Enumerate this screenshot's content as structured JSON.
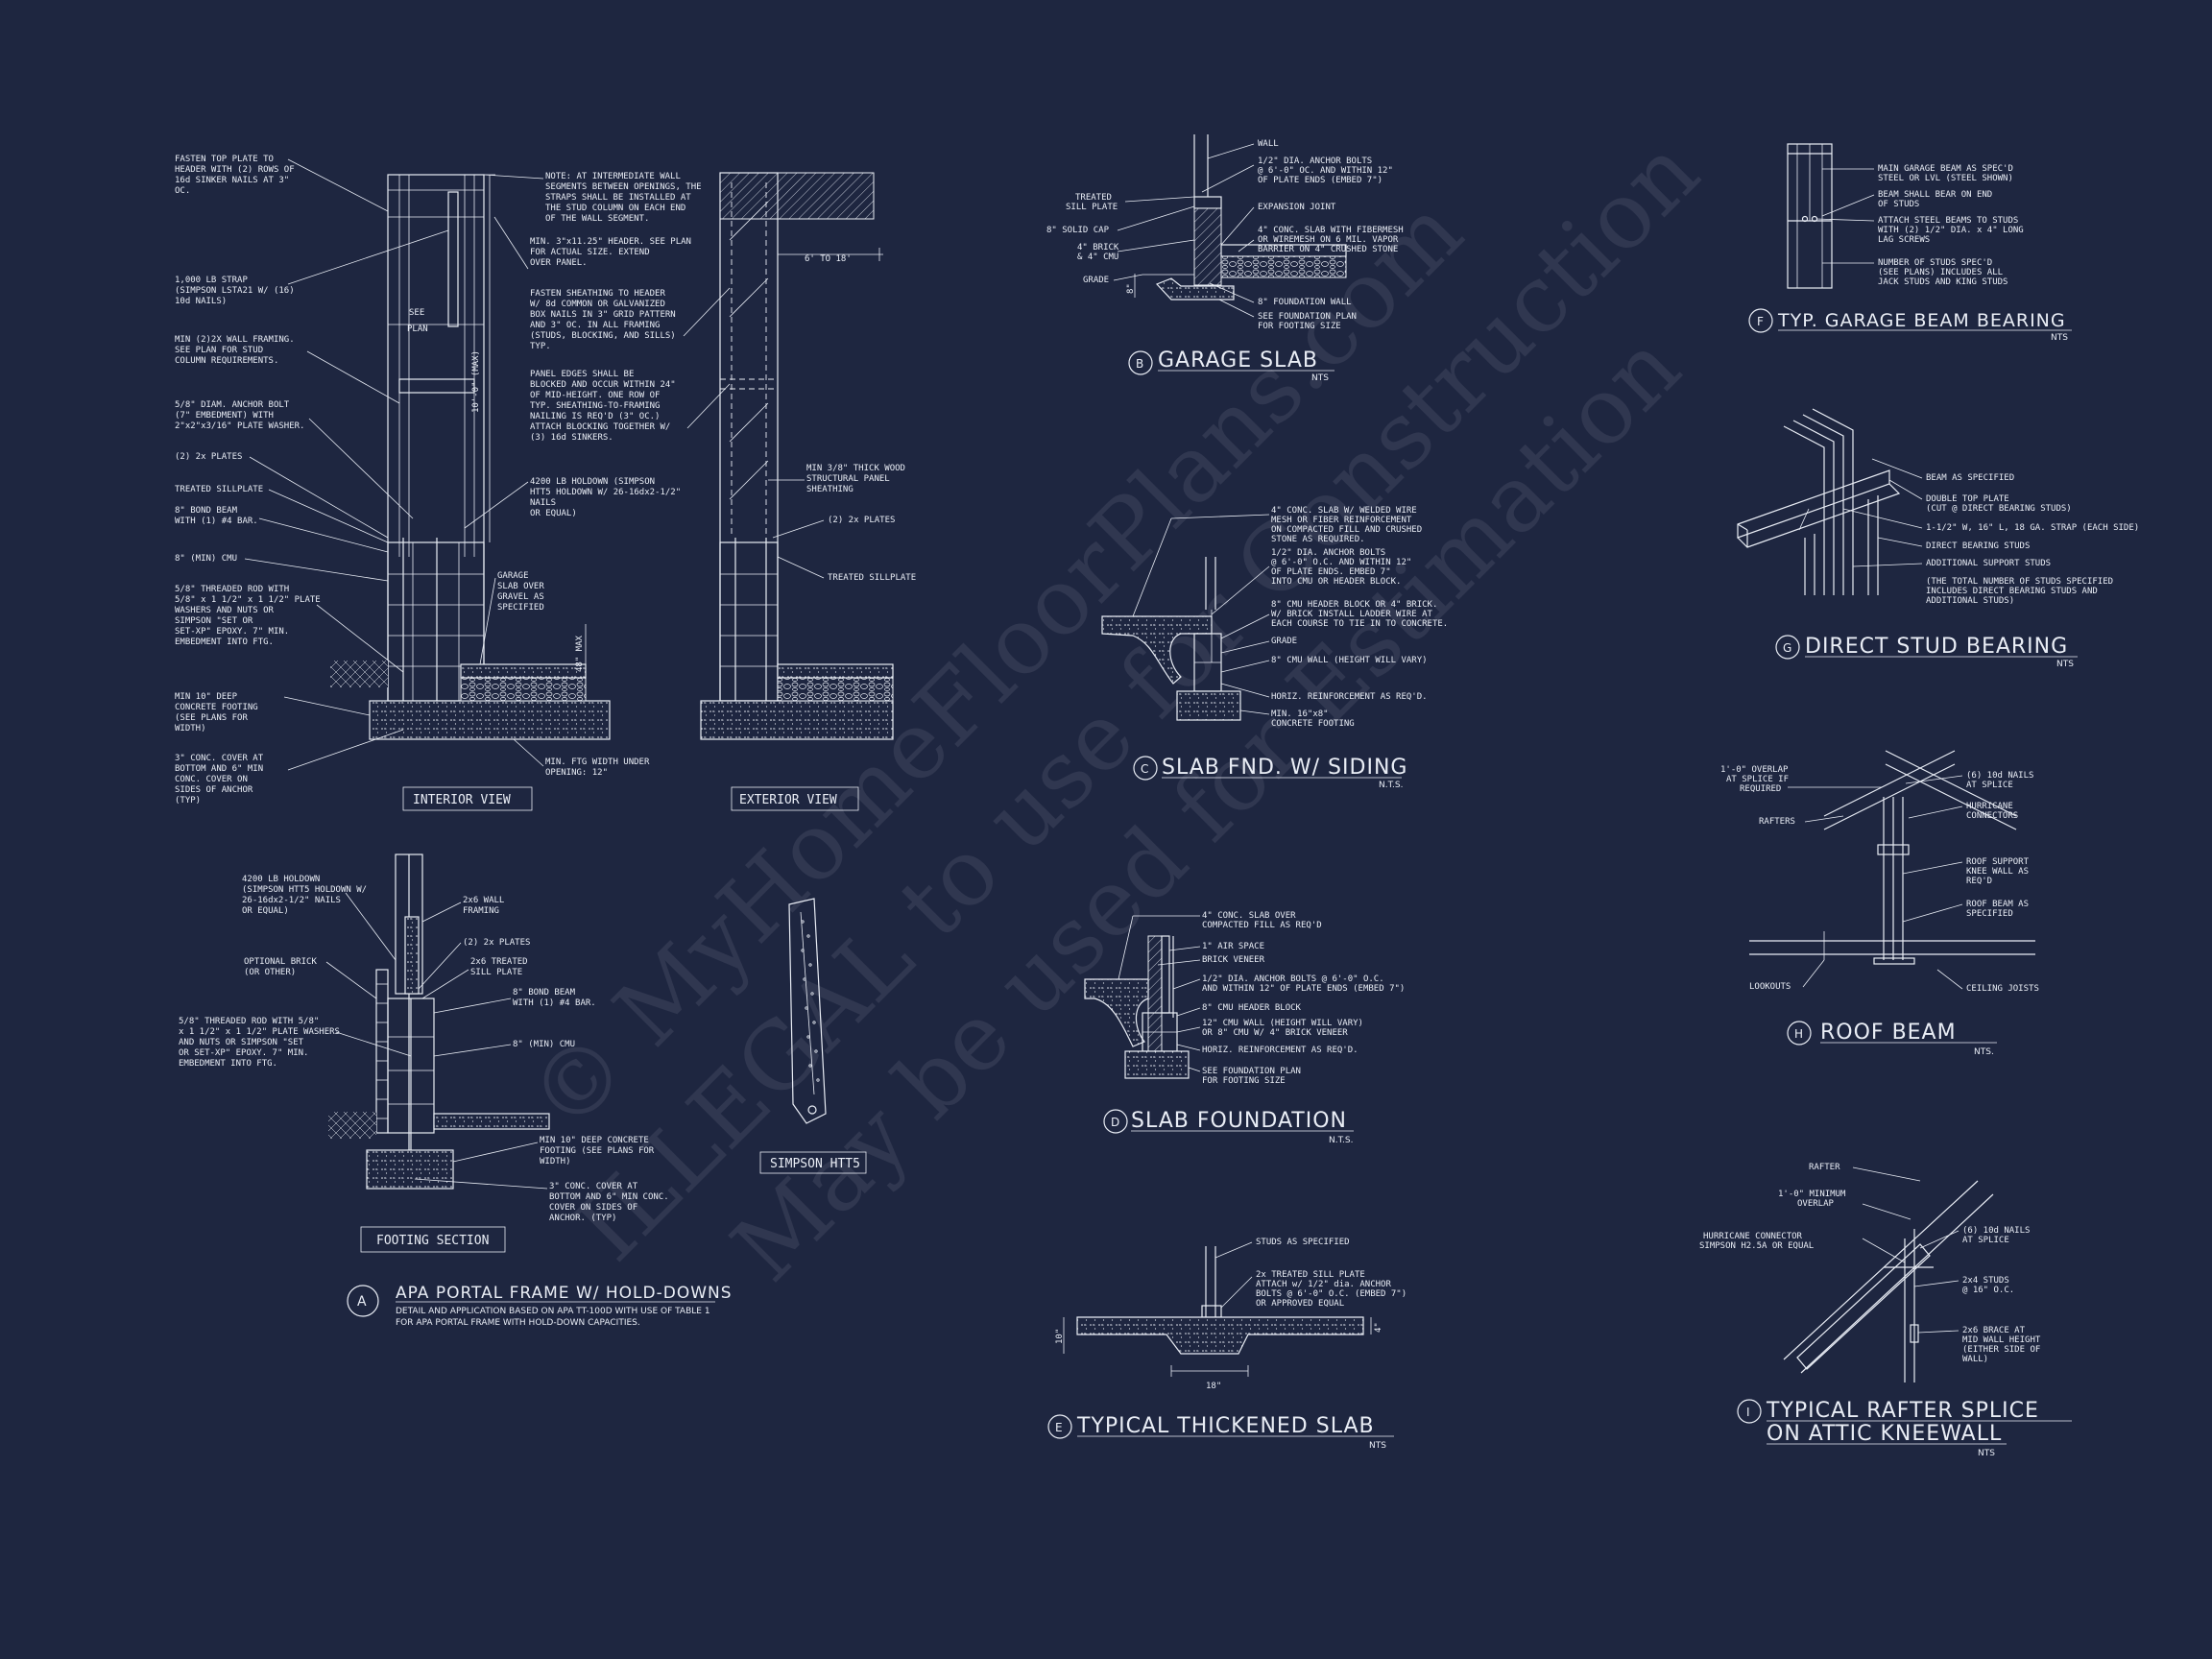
{
  "colors": {
    "background": "#1e2640",
    "line": "#e9edf5"
  },
  "watermark": [
    "© MyHomeFloorPlans.com",
    "ILLEGAL to use for Construction",
    "May be used for Estimation"
  ],
  "detail_a": {
    "letter": "A",
    "title": "APA PORTAL FRAME W/ HOLD-DOWNS",
    "desc_1": "DETAIL AND APPLICATION BASED ON APA TT-100D WITH USE OF TABLE 1",
    "desc_2": "FOR APA PORTAL FRAME WITH HOLD-DOWN CAPACITIES.",
    "interior_view": "INTERIOR VIEW",
    "exterior_view": "EXTERIOR VIEW",
    "footing_section": "FOOTING SECTION",
    "simpson_htt5": "SIMPSON HTT5",
    "see_plan_1": "SEE",
    "see_plan_2": "PLAN",
    "dim_height": "10'-0\" (MAX)",
    "dim_48": "48\" MAX",
    "dim_6_18": "6' TO 18'",
    "left_notes": [
      [
        "FASTEN TOP PLATE TO",
        "HEADER WITH (2) ROWS OF",
        "16d SINKER NAILS AT 3\"",
        "OC."
      ],
      [
        "1,000 LB STRAP",
        "(SIMPSON LSTA21 W/ (16)",
        "10d NAILS)"
      ],
      [
        "MIN (2)2X WALL FRAMING.",
        "SEE PLAN FOR STUD",
        "COLUMN REQUIREMENTS."
      ],
      [
        "5/8\" DIAM. ANCHOR BOLT",
        "(7\" EMBEDMENT) WITH",
        "2\"x2\"x3/16\" PLATE WASHER."
      ],
      [
        "(2) 2x PLATES"
      ],
      [
        "TREATED SILLPLATE"
      ],
      [
        "8\" BOND BEAM",
        "WITH (1) #4 BAR."
      ],
      [
        "8\" (MIN) CMU"
      ],
      [
        "5/8\" THREADED ROD WITH",
        "5/8\" x 1 1/2\" x 1 1/2\" PLATE",
        "WASHERS AND NUTS OR",
        "SIMPSON \"SET OR",
        "SET-XP\" EPOXY.  7\" MIN.",
        "EMBEDMENT INTO FTG."
      ],
      [
        "MIN 10\" DEEP",
        "CONCRETE FOOTING",
        "(SEE PLANS FOR",
        "WIDTH)"
      ],
      [
        "3\" CONC. COVER AT",
        "BOTTOM AND 6\" MIN",
        "CONC. COVER ON",
        "SIDES OF ANCHOR",
        "(TYP)"
      ]
    ],
    "mid_notes": [
      [
        "NOTE: AT INTERMEDIATE WALL",
        "SEGMENTS BETWEEN OPENINGS, THE",
        "STRAPS SHALL BE INSTALLED AT",
        "THE STUD COLUMN ON EACH END",
        "OF THE WALL SEGMENT."
      ],
      [
        "MIN. 3\"x11.25\" HEADER. SEE PLAN",
        "FOR ACTUAL SIZE. EXTEND",
        "OVER PANEL."
      ],
      [
        "FASTEN SHEATHING TO HEADER",
        "W/ 8d COMMON OR GALVANIZED",
        "BOX NAILS IN 3\" GRID PATTERN",
        "AND 3\" OC. IN ALL FRAMING",
        "(STUDS, BLOCKING, AND SILLS)",
        "TYP."
      ],
      [
        "PANEL EDGES SHALL BE",
        "BLOCKED AND OCCUR WITHIN 24\"",
        "OF MID-HEIGHT.  ONE ROW OF",
        "TYP. SHEATHING-TO-FRAMING",
        "NAILING IS REQ'D (3\" OC.)",
        "ATTACH BLOCKING TOGETHER W/",
        "(3) 16d SINKERS."
      ],
      [
        "4200 LB HOLDOWN (SIMPSON",
        "HTT5 HOLDOWN W/ 26-16dx2-1/2\"",
        "NAILS",
        "OR EQUAL)"
      ],
      [
        "GARAGE",
        "SLAB OVER",
        "GRAVEL AS",
        "SPECIFIED"
      ],
      [
        "MIN. FTG WIDTH UNDER",
        "OPENING: 12\""
      ]
    ],
    "ext_notes": [
      [
        "MIN 3/8\" THICK WOOD",
        "STRUCTURAL PANEL",
        "SHEATHING"
      ],
      [
        "(2) 2x PLATES"
      ],
      [
        "TREATED SILLPLATE"
      ]
    ],
    "footing_notes": [
      [
        "4200 LB HOLDOWN",
        "(SIMPSON HTT5 HOLDOWN W/",
        "26-16dx2-1/2\" NAILS",
        "OR EQUAL)"
      ],
      [
        "OPTIONAL BRICK",
        "(OR OTHER)"
      ],
      [
        "5/8\" THREADED ROD WITH 5/8\"",
        "x 1 1/2\" x 1 1/2\" PLATE WASHERS",
        "AND NUTS OR SIMPSON \"SET",
        "OR SET-XP\" EPOXY.  7\" MIN.",
        "EMBEDMENT INTO FTG."
      ],
      [
        "2x6 WALL",
        "FRAMING"
      ],
      [
        "(2) 2x PLATES"
      ],
      [
        "2x6 TREATED",
        "SILL PLATE"
      ],
      [
        "8\" BOND BEAM",
        "WITH (1) #4 BAR."
      ],
      [
        "8\" (MIN) CMU"
      ],
      [
        "MIN 10\" DEEP CONCRETE",
        "FOOTING (SEE PLANS FOR",
        "WIDTH)"
      ],
      [
        "3\" CONC. COVER AT",
        "BOTTOM AND 6\" MIN CONC.",
        "COVER ON SIDES OF",
        "ANCHOR. (TYP)"
      ]
    ]
  },
  "detail_b": {
    "letter": "B",
    "title": "GARAGE SLAB",
    "scale": "NTS",
    "dim": "8\"",
    "left_notes": [
      "TREATED",
      "SILL PLATE",
      "8\" SOLID CAP",
      "4\" BRICK",
      "& 4\" CMU",
      "GRADE"
    ],
    "right_notes": [
      [
        "WALL"
      ],
      [
        "1/2\" DIA. ANCHOR BOLTS",
        "@ 6'-0\" OC. AND WITHIN 12\"",
        "OF PLATE ENDS (EMBED 7\")"
      ],
      [
        "EXPANSION JOINT"
      ],
      [
        "4\" CONC. SLAB WITH FIBERMESH",
        "OR WIREMESH ON 6 MIL. VAPOR",
        "BARRIER ON 4\" CRUSHED STONE"
      ],
      [
        "8\" FOUNDATION WALL"
      ],
      [
        "SEE FOUNDATION PLAN",
        "FOR FOOTING SIZE"
      ]
    ]
  },
  "detail_c": {
    "letter": "C",
    "title": "SLAB FND. W/ SIDING",
    "scale": "N.T.S.",
    "notes": [
      [
        "4\" CONC. SLAB W/ WELDED WIRE",
        "MESH OR FIBER REINFORCEMENT",
        "ON COMPACTED FILL AND CRUSHED",
        "STONE AS REQUIRED."
      ],
      [
        "1/2\" DIA. ANCHOR BOLTS",
        "@ 6'-0\" O.C. AND WITHIN 12\"",
        "OF PLATE ENDS. EMBED 7\"",
        "INTO CMU OR HEADER BLOCK."
      ],
      [
        "8\" CMU HEADER BLOCK OR 4\" BRICK.",
        "W/ BRICK INSTALL LADDER WIRE AT",
        "EACH COURSE TO TIE IN TO CONCRETE."
      ],
      [
        "GRADE"
      ],
      [
        "8\" CMU WALL (HEIGHT WILL VARY)"
      ],
      [
        "HORIZ. REINFORCEMENT AS REQ'D."
      ],
      [
        "MIN. 16\"x8\"",
        "CONCRETE FOOTING"
      ]
    ]
  },
  "detail_d": {
    "letter": "D",
    "title": "SLAB FOUNDATION",
    "scale": "N.T.S.",
    "notes": [
      [
        "4\" CONC. SLAB OVER",
        "COMPACTED FILL AS REQ'D"
      ],
      [
        "1\" AIR SPACE"
      ],
      [
        "BRICK VENEER"
      ],
      [
        "1/2\" DIA. ANCHOR BOLTS @ 6'-0\" O.C.",
        "AND WITHIN 12\" OF PLATE ENDS (EMBED 7\")"
      ],
      [
        "8\" CMU HEADER BLOCK"
      ],
      [
        "12\" CMU WALL (HEIGHT WILL VARY)",
        "OR 8\" CMU W/ 4\" BRICK VENEER"
      ],
      [
        "HORIZ. REINFORCEMENT AS REQ'D."
      ],
      [
        "SEE FOUNDATION PLAN",
        "FOR FOOTING SIZE"
      ]
    ]
  },
  "detail_e": {
    "letter": "E",
    "title": "TYPICAL THICKENED SLAB",
    "scale": "NTS",
    "dim_w": "18\"",
    "dim_h": "10\"",
    "dim_t": "4\"",
    "notes": [
      [
        "STUDS AS SPECIFIED"
      ],
      [
        "2x  TREATED SILL PLATE",
        "ATTACH w/ 1/2\" dia. ANCHOR",
        "BOLTS @ 6'-0\" O.C. (EMBED 7\")",
        "OR APPROVED EQUAL"
      ]
    ]
  },
  "detail_f": {
    "letter": "F",
    "title": "TYP. GARAGE BEAM BEARING",
    "scale": "NTS",
    "notes": [
      [
        "MAIN GARAGE BEAM AS SPEC'D",
        "STEEL OR LVL (STEEL SHOWN)"
      ],
      [
        "BEAM SHALL BEAR ON END",
        "OF STUDS"
      ],
      [
        "ATTACH STEEL BEAMS TO STUDS",
        "WITH (2) 1/2\" DIA. x 4\" LONG",
        "LAG SCREWS"
      ],
      [
        "NUMBER OF STUDS SPEC'D",
        "(SEE PLANS) INCLUDES ALL",
        "JACK STUDS AND KING STUDS"
      ]
    ]
  },
  "detail_g": {
    "letter": "G",
    "title": "DIRECT STUD BEARING",
    "scale": "NTS",
    "notes": [
      [
        "BEAM AS SPECIFIED"
      ],
      [
        "DOUBLE TOP PLATE",
        "(CUT @ DIRECT BEARING STUDS)"
      ],
      [
        "1-1/2\" W, 16\" L, 18 GA. STRAP (EACH SIDE)"
      ],
      [
        "DIRECT BEARING STUDS"
      ],
      [
        "ADDITIONAL SUPPORT STUDS"
      ],
      [
        "(THE TOTAL NUMBER OF STUDS SPECIFIED",
        "INCLUDES DIRECT BEARING STUDS AND",
        "ADDITIONAL STUDS)"
      ]
    ]
  },
  "detail_h": {
    "letter": "H",
    "title": "ROOF BEAM",
    "scale": "NTS.",
    "left_notes": [
      [
        "1'-0\" OVERLAP",
        "AT SPLICE IF",
        "REQUIRED"
      ],
      [
        "RAFTERS"
      ],
      [
        "LOOKOUTS"
      ]
    ],
    "right_notes": [
      [
        "(6) 10d NAILS",
        "AT SPLICE"
      ],
      [
        "HURRICANE",
        "CONNECTORS"
      ],
      [
        "ROOF SUPPORT",
        "KNEE WALL AS",
        "REQ'D"
      ],
      [
        "ROOF BEAM AS",
        "SPECIFIED"
      ],
      [
        "CEILING JOISTS"
      ]
    ]
  },
  "detail_i": {
    "letter": "I",
    "title_1": "TYPICAL RAFTER SPLICE",
    "title_2": "ON ATTIC KNEEWALL",
    "scale": "NTS",
    "left_notes": [
      [
        "RAFTER"
      ],
      [
        "1'-0\" MINIMUM",
        "OVERLAP"
      ],
      [
        "HURRICANE CONNECTOR",
        "SIMPSON H2.5A OR EQUAL"
      ]
    ],
    "right_notes": [
      [
        "(6) 10d NAILS",
        "AT SPLICE"
      ],
      [
        "2x4 STUDS",
        "@ 16\" O.C."
      ],
      [
        "2x6 BRACE AT",
        "MID WALL HEIGHT",
        "(EITHER SIDE OF",
        "WALL)"
      ]
    ]
  }
}
